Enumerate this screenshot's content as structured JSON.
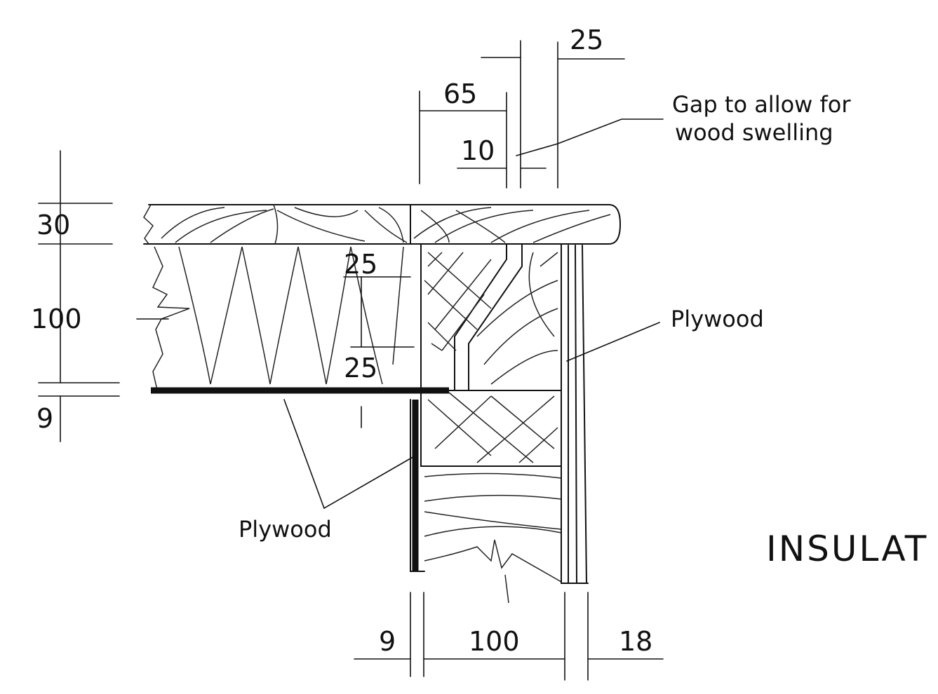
{
  "dimensions": {
    "d25_top": "25",
    "d65": "65",
    "d10": "10",
    "d30": "30",
    "d100_left": "100",
    "d9_left": "9",
    "d25_inner_top": "25",
    "d25_inner_bottom": "25",
    "d9_bottom": "9",
    "d100_bottom": "100",
    "d18": "18"
  },
  "labels": {
    "gap_line1": "Gap to allow for",
    "gap_line2": "wood swelling",
    "plywood_right": "Plywood",
    "plywood_left": "Plywood",
    "title_fragment": "INSULAT"
  }
}
